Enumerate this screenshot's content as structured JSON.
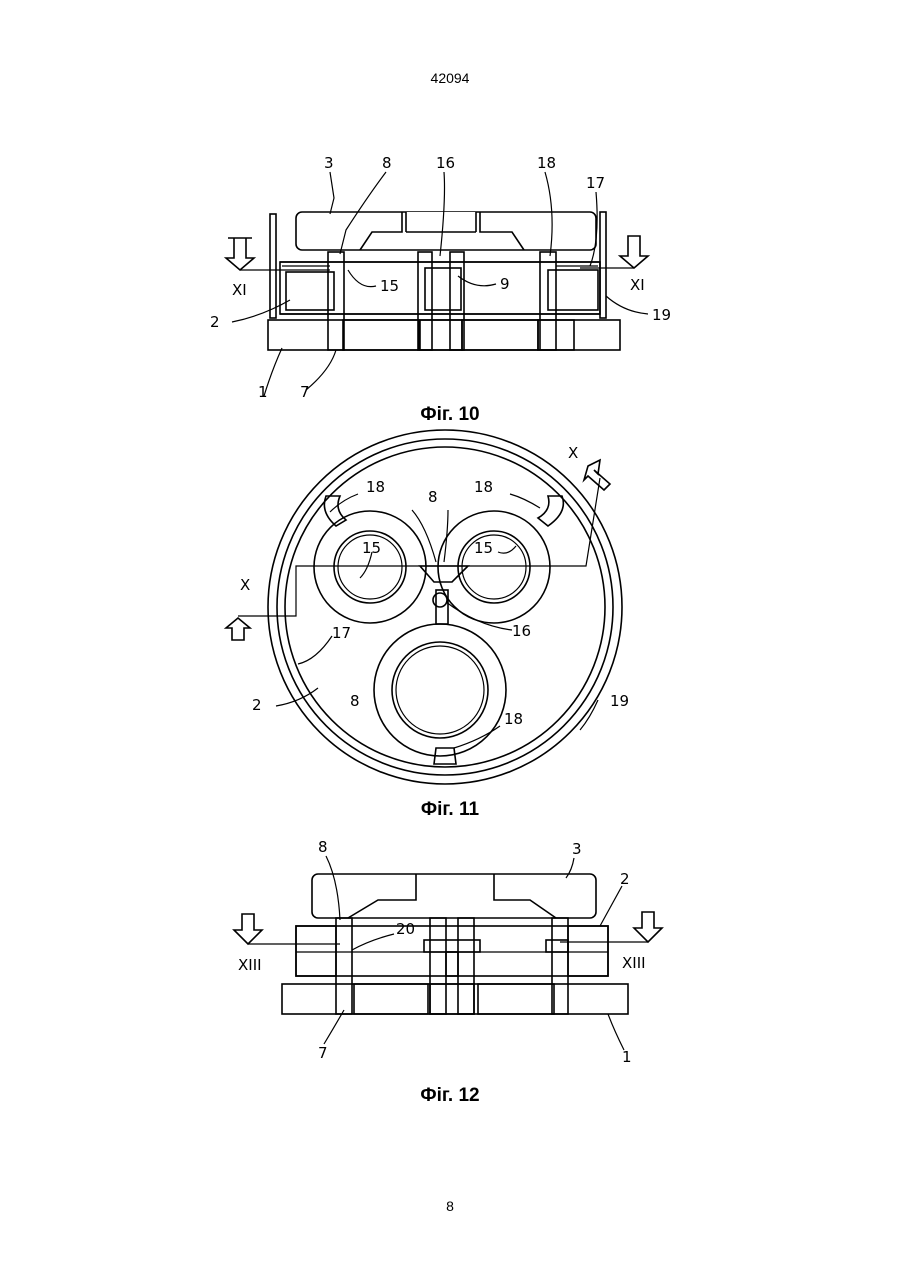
{
  "header": {
    "doc_number": "42094"
  },
  "footer": {
    "page_number": "8"
  },
  "figures": [
    {
      "caption": "Фіг. 10",
      "labels": {
        "l3": "3",
        "l8": "8",
        "l16": "16",
        "l18": "18",
        "l17": "17",
        "l15": "15",
        "l9": "9",
        "l2": "2",
        "l19": "19",
        "l1": "1",
        "l7": "7",
        "xi_left": "XI",
        "xi_right": "XI"
      }
    },
    {
      "caption": "Фіг. 11",
      "labels": {
        "l18a": "18",
        "l18b": "18",
        "l8top": "8",
        "l15a": "15",
        "l15b": "15",
        "l16": "16",
        "l17": "17",
        "l2": "2",
        "l8": "8",
        "l18c": "18",
        "l19": "19",
        "x_top": "X",
        "x_left": "X"
      }
    },
    {
      "caption": "Фіг. 12",
      "labels": {
        "l8": "8",
        "l3": "3",
        "l2": "2",
        "l20": "20",
        "l7": "7",
        "l1": "1",
        "xiii_left": "XIII",
        "xiii_right": "XIII"
      }
    }
  ]
}
